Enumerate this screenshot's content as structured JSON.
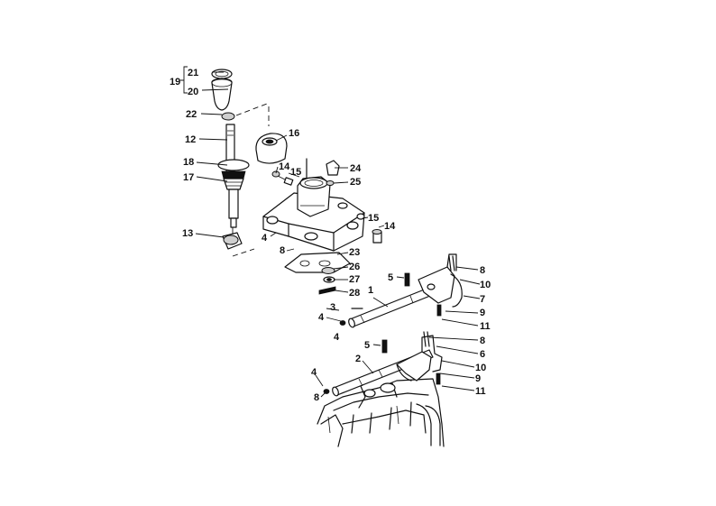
{
  "labels": {
    "n1": "1",
    "n2": "2",
    "n3": "3",
    "n4a": "4",
    "n4b": "4",
    "n4c": "4",
    "n4d": "4",
    "n5a": "5",
    "n5b": "5",
    "n6": "6",
    "n7": "7",
    "n8a": "8",
    "n8b": "8",
    "n8c": "8",
    "n8d": "8",
    "n9a": "9",
    "n9b": "9",
    "n10a": "10",
    "n10b": "10",
    "n11a": "11",
    "n11b": "11",
    "n12": "12",
    "n13": "13",
    "n14a": "14",
    "n14b": "14",
    "n15a": "15",
    "n15b": "15",
    "n16": "16",
    "n17": "17",
    "n18": "18",
    "n19": "19",
    "n20": "20",
    "n21": "21",
    "n22": "22",
    "n23": "23",
    "n24": "24",
    "n25": "25",
    "n26": "26",
    "n27": "27",
    "n28": "28"
  }
}
